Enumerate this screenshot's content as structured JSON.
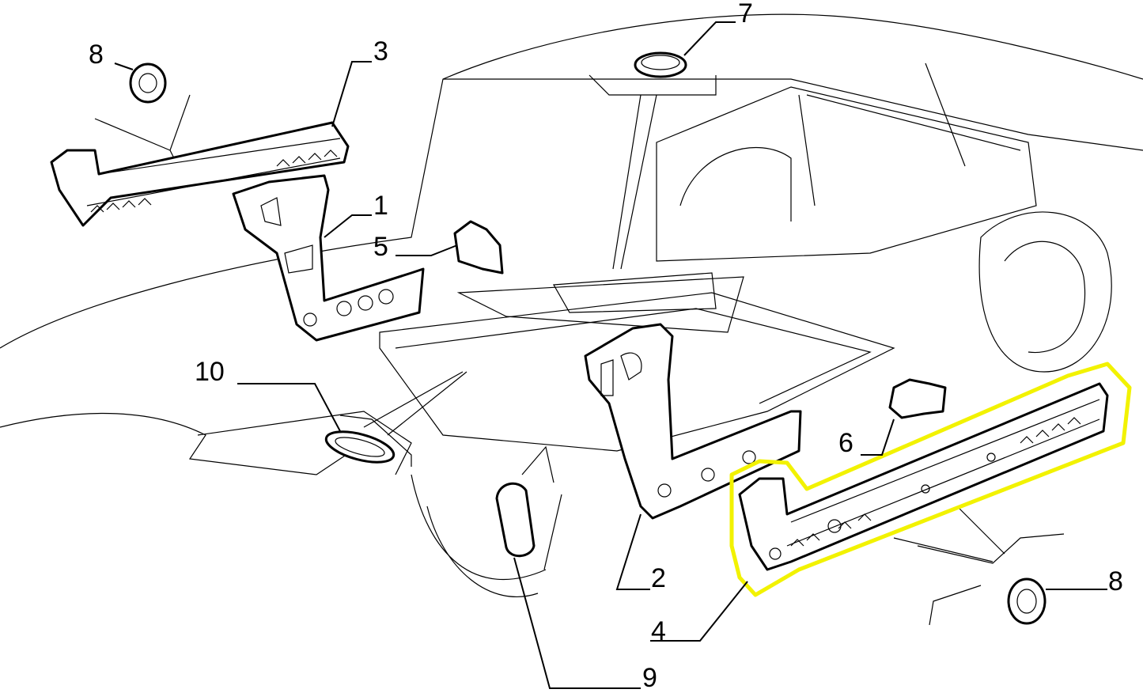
{
  "diagram": {
    "highlight_color": "#f2f200",
    "callouts": [
      {
        "id": "c8a",
        "label": "8"
      },
      {
        "id": "c3",
        "label": "3"
      },
      {
        "id": "c7",
        "label": "7"
      },
      {
        "id": "c1",
        "label": "1"
      },
      {
        "id": "c5",
        "label": "5"
      },
      {
        "id": "c10",
        "label": "10"
      },
      {
        "id": "c6",
        "label": "6"
      },
      {
        "id": "c2",
        "label": "2"
      },
      {
        "id": "c4",
        "label": "4"
      },
      {
        "id": "c8b",
        "label": "8"
      },
      {
        "id": "c9",
        "label": "9"
      }
    ]
  }
}
